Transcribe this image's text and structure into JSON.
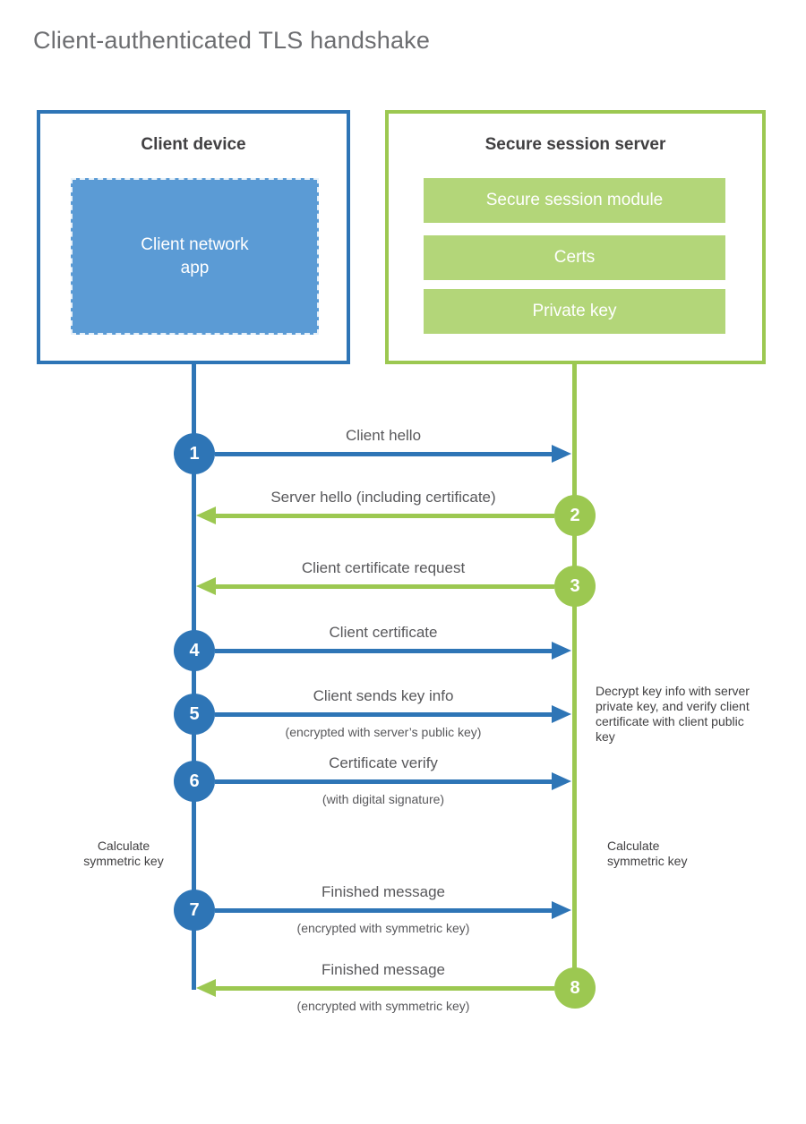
{
  "title": "Client-authenticated TLS handshake",
  "colors": {
    "blue": "#2E75B6",
    "blue_light": "#5B9BD5",
    "green": "#9CC851",
    "green_light": "#B3D679"
  },
  "client_box": {
    "title": "Client device",
    "app_label": "Client network\napp"
  },
  "server_box": {
    "title": "Secure session server",
    "modules": [
      "Secure session module",
      "Certs",
      "Private key"
    ]
  },
  "steps": [
    {
      "number": "1",
      "label": "Client hello",
      "from": "client",
      "to": "server"
    },
    {
      "number": "2",
      "label": "Server hello (including certificate)",
      "from": "server",
      "to": "client"
    },
    {
      "number": "3",
      "label": "Client certificate request",
      "from": "server",
      "to": "client"
    },
    {
      "number": "4",
      "label": "Client certificate",
      "from": "client",
      "to": "server"
    },
    {
      "number": "5",
      "label": "Client sends key info",
      "sublabel": "(encrypted with server’s public key)",
      "from": "client",
      "to": "server"
    },
    {
      "number": "6",
      "label": "Certificate verify",
      "sublabel": "(with digital signature)",
      "from": "client",
      "to": "server"
    },
    {
      "number": "7",
      "label": "Finished message",
      "sublabel": "(encrypted with symmetric key)",
      "from": "client",
      "to": "server"
    },
    {
      "number": "8",
      "label": "Finished message",
      "sublabel": "(encrypted with symmetric key)",
      "from": "server",
      "to": "client"
    }
  ],
  "annotations": {
    "decrypt_note": "Decrypt key info with server private key, and verify client certificate with client public key",
    "calc_left": "Calculate\nsymmetric key",
    "calc_right": "Calculate\nsymmetric key"
  }
}
